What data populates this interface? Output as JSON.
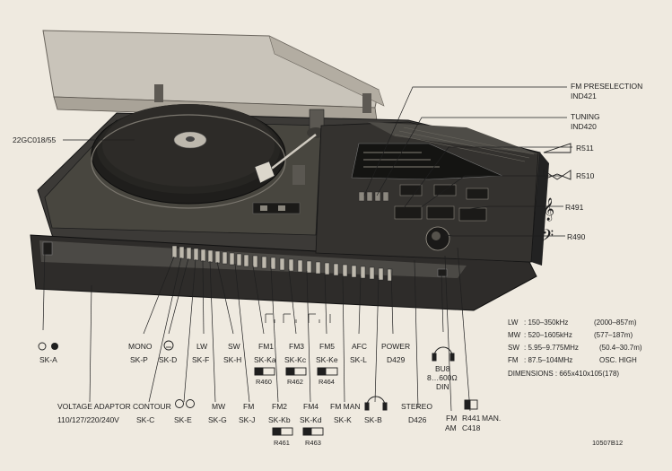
{
  "labels": {
    "model": "22GC018/55",
    "fm_preselection": "FM PRESELECTION",
    "fm_preselection_code": "IND421",
    "tuning": "TUNING",
    "tuning_code": "IND420",
    "r511": "R511",
    "r510": "R510",
    "r491": "R491",
    "r490": "R490",
    "ska": "SK-A",
    "mono": "MONO",
    "skp": "SK-P",
    "skd": "SK-D",
    "lw": "LW",
    "skf": "SK-F",
    "sw": "SW",
    "skh": "SK-H",
    "fm1": "FM1",
    "ska2": "SK-Ka",
    "r460": "R460",
    "fm3": "FM3",
    "skc2": "SK-Kc",
    "r462": "R462",
    "fm5": "FM5",
    "ske2": "SK-Ke",
    "r464": "R464",
    "afc": "AFC",
    "skl": "SK-L",
    "power": "POWER",
    "d429": "D429",
    "bu8": "BU8",
    "bu8_imp": "8…600Ω",
    "din": "DIN",
    "voltage_adaptor": "VOLTAGE ADAPTOR",
    "voltages": "110/127/220/240V",
    "contour": "CONTOUR",
    "skc": "SK-C",
    "ske": "SK-E",
    "mw": "MW",
    "skg": "SK-G",
    "fm": "FM",
    "skj": "SK-J",
    "fm2": "FM2",
    "skkb": "SK-Kb",
    "r461": "R461",
    "fm4": "FM4",
    "skkd": "SK-Kd",
    "r463": "R463",
    "fm_man": "FM MAN",
    "skk": "SK-K",
    "skb": "SK-B",
    "stereo": "STEREO",
    "d426": "D426",
    "fm_sw": "FM",
    "am_sw": "AM",
    "r441": "R441",
    "man": "MAN.",
    "c418": "C418",
    "ref": "10507B12"
  },
  "specs": [
    {
      "band": "LW",
      "range": ": 150–350kHz",
      "alt": "(2000–857m)"
    },
    {
      "band": "MW",
      "range": ": 520–1605kHz",
      "alt": "(577–187m)"
    },
    {
      "band": "SW",
      "range": ": 5.95–9.775MHz",
      "alt": "(50.4–30.7m)"
    },
    {
      "band": "FM",
      "range": ": 87.5–104MHz",
      "alt": "OSC. HIGH"
    }
  ],
  "dimensions": "DIMENSIONS : 665x410x105(178)"
}
